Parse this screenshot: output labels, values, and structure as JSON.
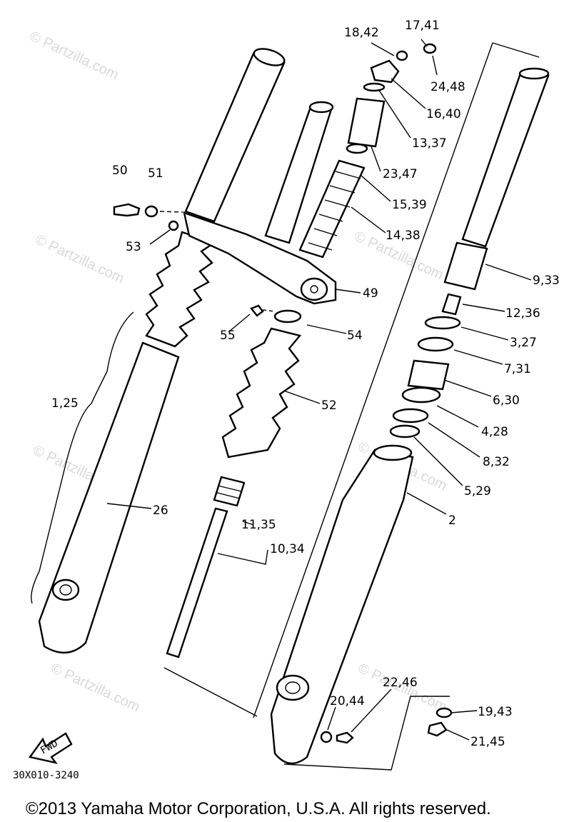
{
  "watermark": "© Partzilla.com",
  "part_labels": {
    "p18_42": "18,42",
    "p17_41": "17,41",
    "p24_48": "24,48",
    "p16_40": "16,40",
    "p13_37": "13,37",
    "p23_47": "23,47",
    "p15_39": "15,39",
    "p14_38": "14,38",
    "p50": "50",
    "p51": "51",
    "p53": "53",
    "p49": "49",
    "p9_33": "9,33",
    "p12_36": "12,36",
    "p3_27": "3,27",
    "p7_31": "7,31",
    "p6_30": "6,30",
    "p55": "55",
    "p54": "54",
    "p52": "52",
    "p1_25": "1,25",
    "p4_28": "4,28",
    "p8_32": "8,32",
    "p5_29": "5,29",
    "p26": "26",
    "p11_35": "11,35",
    "p10_34": "10,34",
    "p2": "2",
    "p22_46": "22,46",
    "p20_44": "20,44",
    "p19_43": "19,43",
    "p21_45": "21,45"
  },
  "fwd_arrow": "FWD",
  "diagram_code": "30X010-3240",
  "copyright": "©2013 Yamaha Motor Corporation, U.S.A. All rights reserved."
}
